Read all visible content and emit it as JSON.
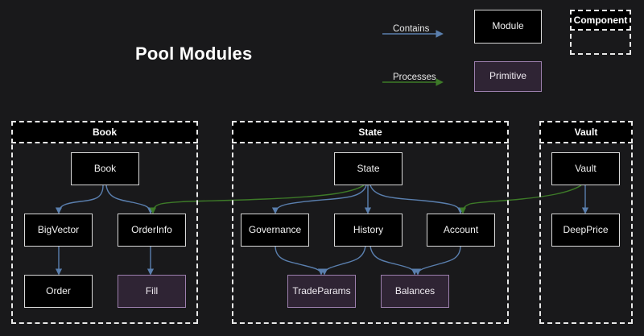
{
  "title": "Pool Modules",
  "colors": {
    "background": "#19191b",
    "module_fill": "#000000",
    "module_border": "#d9d9d9",
    "primitive_fill": "#2f2434",
    "primitive_border": "#9c7fad",
    "contains_edge": "#5a7fae",
    "processes_edge": "#3d7a28",
    "cluster_border": "#e8e8e8",
    "text": "#f2f2f2"
  },
  "legend": {
    "contains_label": "Contains",
    "processes_label": "Processes",
    "module_label": "Module",
    "primitive_label": "Primitive",
    "component_label": "Component"
  },
  "clusters": [
    {
      "id": "book",
      "label": "Book"
    },
    {
      "id": "state",
      "label": "State"
    },
    {
      "id": "vault",
      "label": "Vault"
    }
  ],
  "nodes": [
    {
      "id": "book",
      "label": "Book",
      "type": "module",
      "cluster": "book"
    },
    {
      "id": "bigvector",
      "label": "BigVector",
      "type": "module",
      "cluster": "book"
    },
    {
      "id": "orderinfo",
      "label": "OrderInfo",
      "type": "module",
      "cluster": "book"
    },
    {
      "id": "order",
      "label": "Order",
      "type": "module",
      "cluster": "book"
    },
    {
      "id": "fill",
      "label": "Fill",
      "type": "primitive",
      "cluster": "book"
    },
    {
      "id": "state",
      "label": "State",
      "type": "module",
      "cluster": "state"
    },
    {
      "id": "governance",
      "label": "Governance",
      "type": "module",
      "cluster": "state"
    },
    {
      "id": "history",
      "label": "History",
      "type": "module",
      "cluster": "state"
    },
    {
      "id": "account",
      "label": "Account",
      "type": "module",
      "cluster": "state"
    },
    {
      "id": "tradeparams",
      "label": "TradeParams",
      "type": "primitive",
      "cluster": "state"
    },
    {
      "id": "balances",
      "label": "Balances",
      "type": "primitive",
      "cluster": "state"
    },
    {
      "id": "vault",
      "label": "Vault",
      "type": "module",
      "cluster": "vault"
    },
    {
      "id": "deepprice",
      "label": "DeepPrice",
      "type": "module",
      "cluster": "vault"
    }
  ],
  "edges": [
    {
      "from": "book",
      "to": "bigvector",
      "kind": "contains"
    },
    {
      "from": "book",
      "to": "orderinfo",
      "kind": "contains"
    },
    {
      "from": "bigvector",
      "to": "order",
      "kind": "contains"
    },
    {
      "from": "orderinfo",
      "to": "fill",
      "kind": "contains"
    },
    {
      "from": "state",
      "to": "governance",
      "kind": "contains"
    },
    {
      "from": "state",
      "to": "history",
      "kind": "contains"
    },
    {
      "from": "state",
      "to": "account",
      "kind": "contains"
    },
    {
      "from": "governance",
      "to": "tradeparams",
      "kind": "contains"
    },
    {
      "from": "history",
      "to": "tradeparams",
      "kind": "contains"
    },
    {
      "from": "history",
      "to": "balances",
      "kind": "contains"
    },
    {
      "from": "account",
      "to": "balances",
      "kind": "contains"
    },
    {
      "from": "vault",
      "to": "deepprice",
      "kind": "contains"
    },
    {
      "from": "state",
      "to": "orderinfo",
      "kind": "processes"
    },
    {
      "from": "vault",
      "to": "account",
      "kind": "processes"
    }
  ]
}
